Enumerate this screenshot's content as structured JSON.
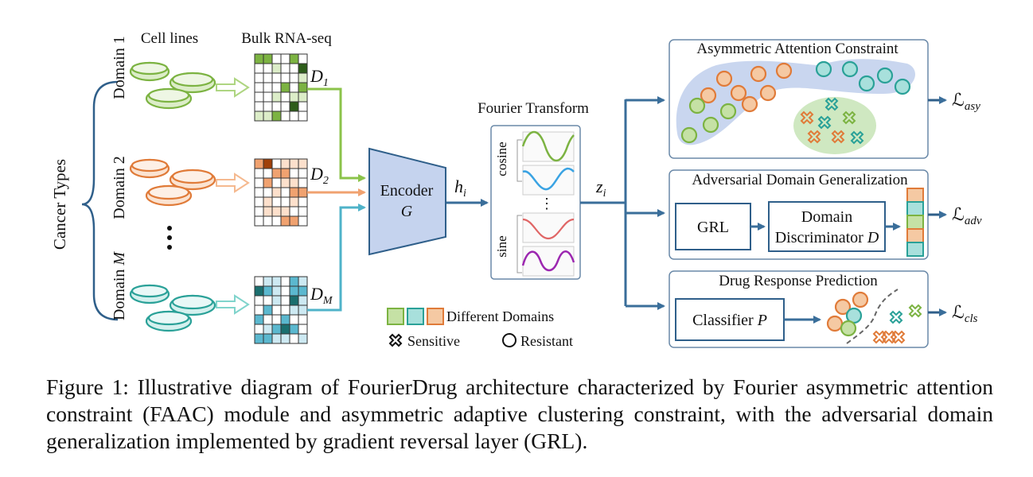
{
  "labels": {
    "cell_lines": "Cell lines",
    "bulk_rna": "Bulk RNA-seq",
    "cancer_types": "Cancer Types",
    "domain1": "Domain 1",
    "domain2": "Domain 2",
    "domainM_prefix": "Domain ",
    "domainM_var": "M",
    "dots": "•\n•\n•",
    "d_letter": "D",
    "d1_sub": "1",
    "d2_sub": "2",
    "dM_sub": "M",
    "encoder_line1": "Encoder",
    "encoder_line2": "G",
    "h_var": "h",
    "h_sub": "i",
    "z_var": "z",
    "z_sub": "i",
    "fourier_title": "Fourier Transform",
    "cosine": "cosine",
    "sine": "sine",
    "fourier_dots": "⋮",
    "asym_title": "Asymmetric Attention Constraint",
    "adv_title": "Adversarial Domain Generalization",
    "grl": "GRL",
    "disc_line1": "Domain",
    "disc_line2": "Discriminator ",
    "disc_var": "D",
    "drug_title": "Drug Response Prediction",
    "classifier": "Classifier ",
    "classifier_var": "P",
    "loss_symbol": "ℒ",
    "loss_asy": "asy",
    "loss_adv": "adv",
    "loss_cls": "cls",
    "legend_domains": "Different Domains",
    "legend_sensitive": "Sensitive",
    "legend_resistant": "Resistant"
  },
  "colors": {
    "green": "#7cb342",
    "green_light": "#c5e1a5",
    "orange": "#e07b39",
    "orange_light": "#f5c9a3",
    "teal": "#2aa198",
    "teal_light": "#a8e0dc",
    "blue_line": "#3a6e9a",
    "encoder_fill": "#c5d3ee"
  },
  "caption": "Figure 1: Illustrative diagram of FourierDrug architecture characterized by Fourier asymmetric attention constraint (FAAC) module and asymmetric adaptive clustering constraint, with the adversarial domain generalization implemented by gradient reversal layer (GRL)."
}
